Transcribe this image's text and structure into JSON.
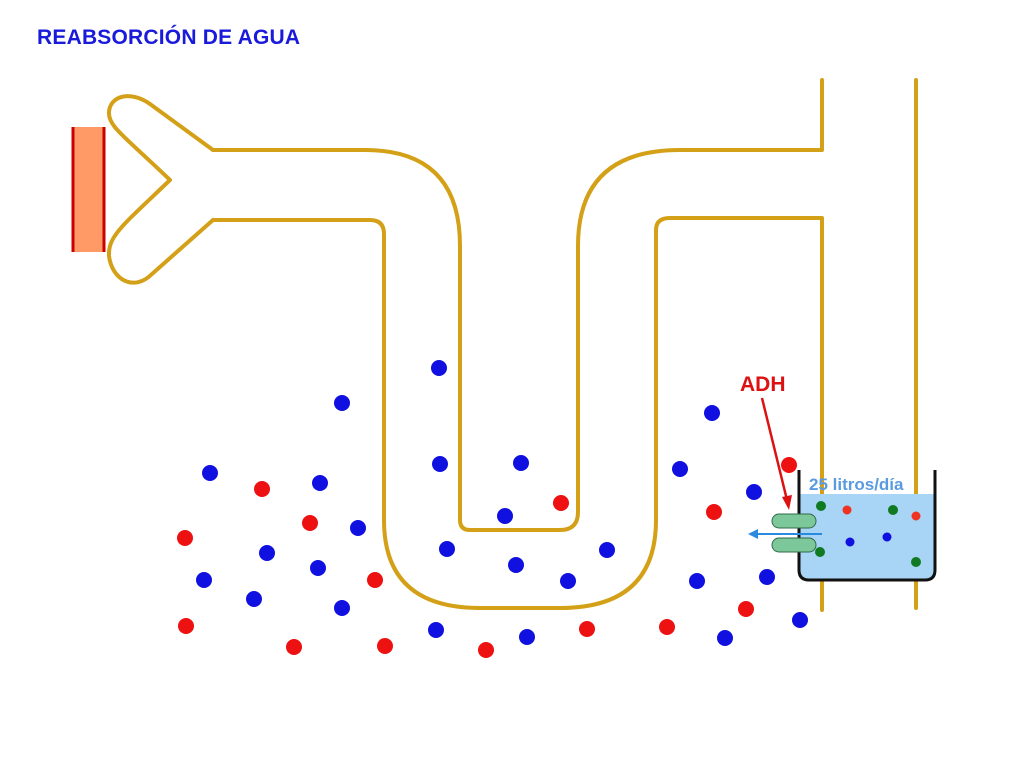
{
  "title": "REABSORCIÓN DE AGUA",
  "labels": {
    "hormone": "ADH",
    "flow": "25 litros/día"
  },
  "colors": {
    "title": "#1a1adb",
    "tubule": "#d4a017",
    "capillary_fill": "#ff9966",
    "capillary_edge": "#cc0000",
    "particle_blue": "#1010e0",
    "particle_red": "#ee1111",
    "particle_green": "#0f7a22",
    "urine_fill": "#a8d4f5",
    "channel": "#7cc89a",
    "water_arrow": "#2a8ae0",
    "adh": "#dd1111",
    "flow_label": "#5a9be0"
  },
  "icons": {
    "capillary": "glomerular-capillary-icon",
    "channel": "aquaporin-channel-icon",
    "container": "urine-beaker-icon"
  }
}
